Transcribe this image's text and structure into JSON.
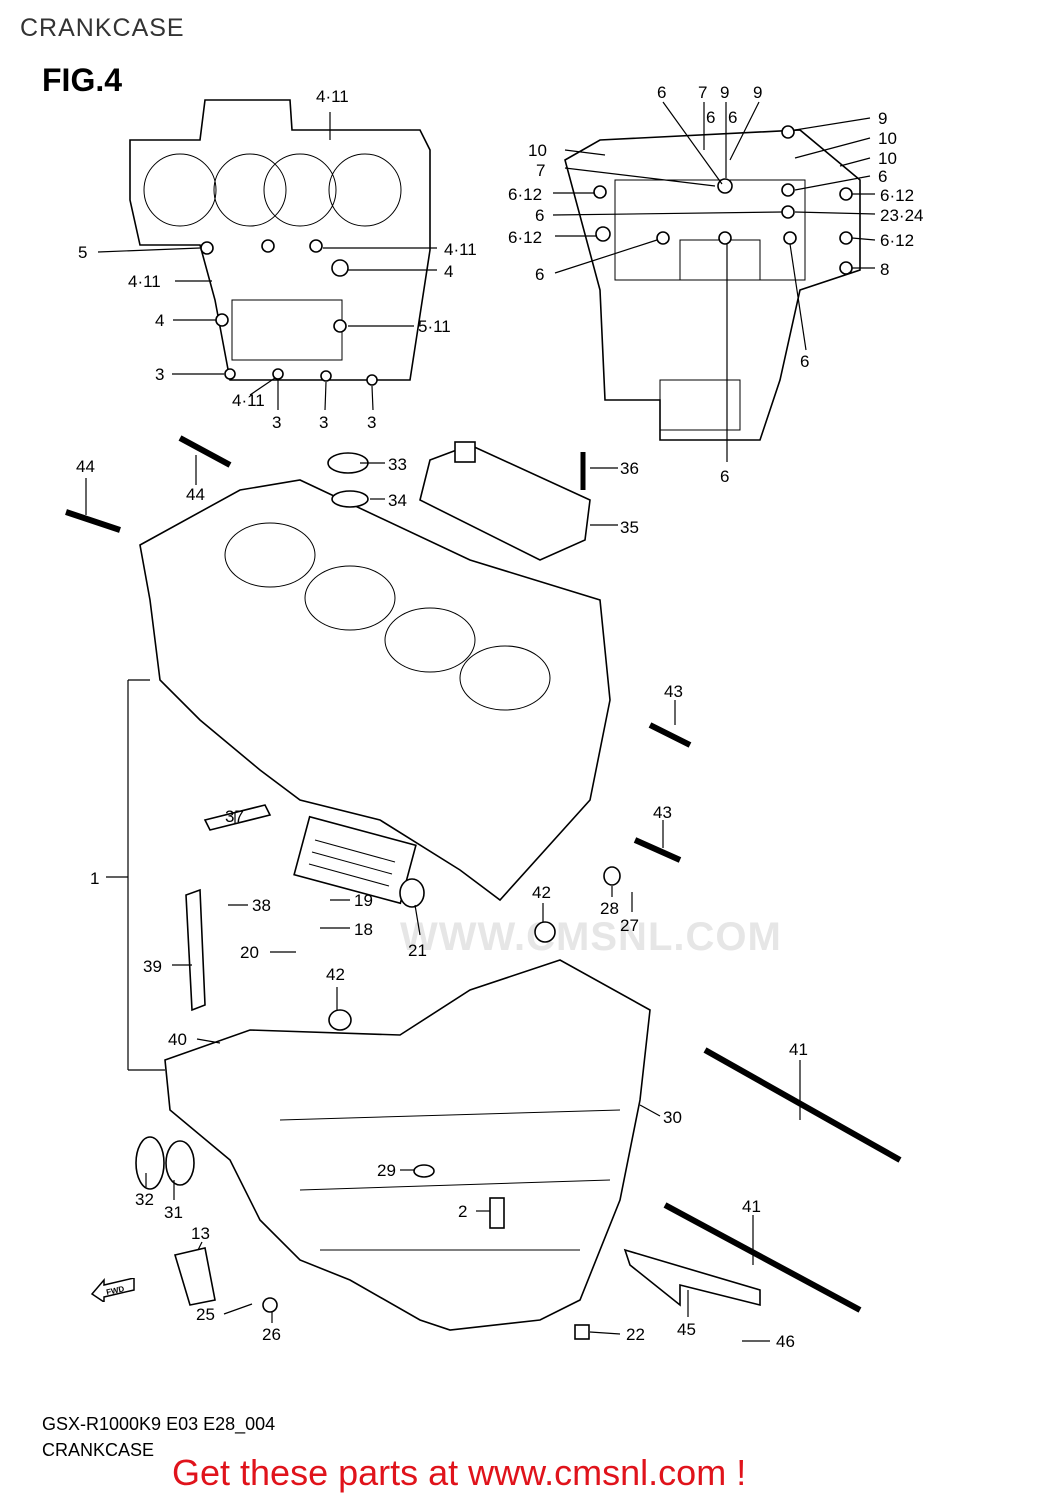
{
  "header": {
    "title": "CRANKCASE",
    "figure": "FIG.4"
  },
  "watermark": "WWW.CMSNL.COM",
  "fwd_label": "FWD",
  "footer": {
    "model_code": "GSX-R1000K9 E03 E28_004",
    "name": "CRANKCASE"
  },
  "cta": "Get these parts at www.cmsnl.com !",
  "callouts": {
    "upper_left": [
      "4·11",
      "5",
      "4·11",
      "4",
      "3",
      "4·11",
      "4",
      "5·11",
      "4·11",
      "3",
      "3",
      "3"
    ],
    "upper_right": [
      "6",
      "7",
      "9",
      "9",
      "9",
      "10",
      "10",
      "10",
      "7",
      "6",
      "6·12",
      "6",
      "6·12",
      "6",
      "6·12",
      "23·24",
      "6·12",
      "8",
      "6",
      "6",
      "6",
      "6"
    ],
    "main": [
      "44",
      "44",
      "33",
      "34",
      "36",
      "35",
      "43",
      "43",
      "37",
      "1",
      "38",
      "19",
      "18",
      "20",
      "21",
      "42",
      "28",
      "27",
      "39",
      "42",
      "40",
      "41",
      "30",
      "32",
      "31",
      "29",
      "2",
      "13",
      "41",
      "25",
      "26",
      "22",
      "45",
      "46"
    ]
  }
}
